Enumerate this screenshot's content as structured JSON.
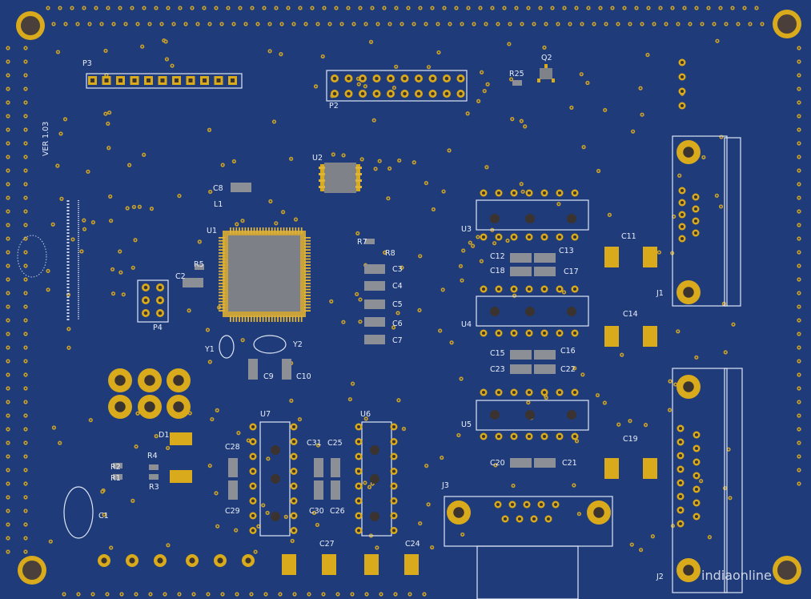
{
  "board": {
    "version_label": "VER 1.03",
    "colors": {
      "substrate": "#1f3b7a",
      "silkscreen": "#e9eef8",
      "copper": "#d8aa1c"
    },
    "watermark": "indiaonline"
  },
  "designators": {
    "P3": "P3",
    "P2": "P2",
    "R25": "R25",
    "Q2": "Q2",
    "U2": "U2",
    "C8": "C8",
    "L1": "L1",
    "U1": "U1",
    "R5": "R5",
    "C2": "C2",
    "R7": "R7",
    "R8": "R8",
    "C3": "C3",
    "C4": "C4",
    "C5": "C5",
    "C6": "C6",
    "C7": "C7",
    "P4": "P4",
    "Y1": "Y1",
    "Y2": "Y2",
    "C9": "C9",
    "C10": "C10",
    "U3": "U3",
    "C12": "C12",
    "C13": "C13",
    "C18": "C18",
    "C17": "C17",
    "C11": "C11",
    "J1": "J1",
    "U4": "U4",
    "C14": "C14",
    "C15": "C15",
    "C16": "C16",
    "C23": "C23",
    "C22": "C22",
    "U5": "U5",
    "C19": "C19",
    "C20": "C20",
    "C21": "C21",
    "J3": "J3",
    "J2": "J2",
    "D1": "D1",
    "R2": "R2",
    "R4": "R4",
    "R1": "R1",
    "R3": "R3",
    "C1": "C1",
    "U7": "U7",
    "C28": "C28",
    "C29": "C29",
    "C31": "C31",
    "C25": "C25",
    "C30": "C30",
    "C26": "C26",
    "U6": "U6",
    "C27": "C27",
    "C24": "C24"
  }
}
